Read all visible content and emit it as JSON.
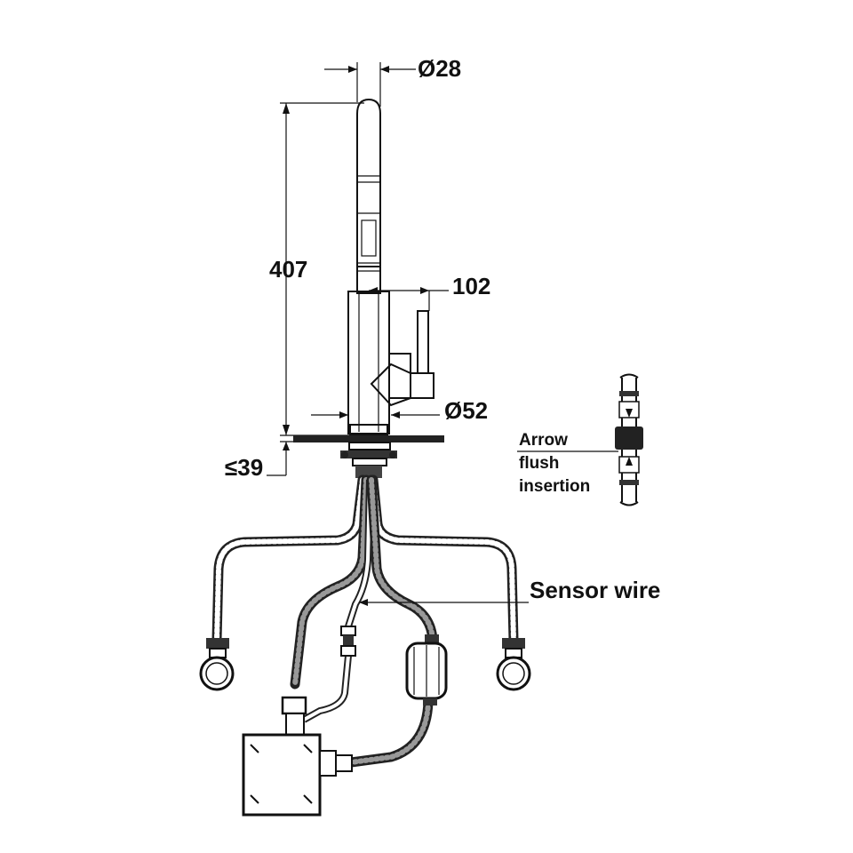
{
  "dimensions": {
    "spout_diameter": "Ø28",
    "height": "407",
    "reach": "102",
    "base_diameter": "Ø52",
    "max_counter_thickness": "≤39"
  },
  "labels": {
    "arrow_line1": "Arrow",
    "arrow_line2": "flush",
    "arrow_line3": "insertion",
    "sensor_wire": "Sensor wire"
  },
  "colors": {
    "line": "#111111",
    "hose": "#222222",
    "background": "#ffffff"
  }
}
